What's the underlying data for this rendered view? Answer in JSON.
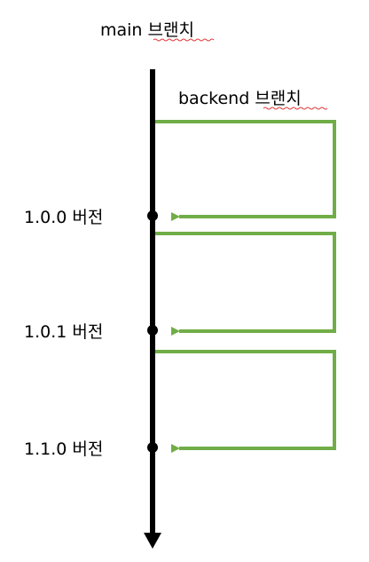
{
  "main_branch": {
    "label": "main 브랜치",
    "color": "#000000"
  },
  "backend_branch": {
    "label": "backend 브랜치",
    "color": "#70AD47"
  },
  "spellcheck_underline_color": "#E03A3A",
  "versions": [
    {
      "label": "1.0.0 버전"
    },
    {
      "label": "1.0.1 버전"
    },
    {
      "label": "1.1.0 버전"
    }
  ]
}
